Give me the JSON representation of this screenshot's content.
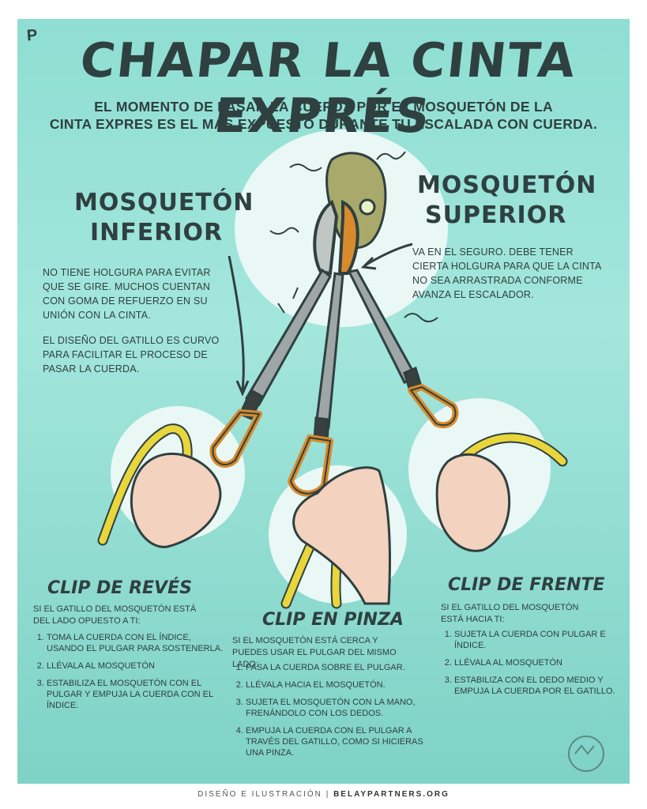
{
  "logo": "P",
  "title": "CHAPAR LA CINTA EXPRÉS",
  "subtitle_line1": "EL MOMENTO DE PASAR LA CUERDA POR EL MOSQUETÓN DE LA",
  "subtitle_line2": "CINTA EXPRES ES EL MÁS EXPUESTO DURANTE TU ESCALADA CON CUERDA.",
  "lower": {
    "heading1": "MOSQUETÓN",
    "heading2": "INFERIOR",
    "para1": "NO TIENE HOLGURA PARA EVITAR QUE SE GIRE. MUCHOS CUENTAN CON GOMA DE REFUERZO EN SU UNIÓN CON LA CINTA.",
    "para2": "EL DISEÑO DEL GATILLO ES CURVO PARA FACILITAR EL PROCESO DE PASAR LA CUERDA."
  },
  "upper": {
    "heading1": "MOSQUETÓN",
    "heading2": "SUPERIOR",
    "para1": "VA EN EL SEGURO. DEBE TENER CIERTA HOLGURA PARA QUE LA CINTA NO SEA ARRASTRADA CONFORME AVANZA EL ESCALADOR."
  },
  "reves": {
    "title": "CLIP DE REVÉS",
    "intro": "SI EL GATILLO DEL MOSQUETÓN ESTÁ DEL LADO OPUESTO A TI:",
    "steps": [
      "TOMA LA CUERDA CON EL ÍNDICE, USANDO EL PULGAR PARA SOSTENERLA.",
      "LLÉVALA AL MOSQUETÓN",
      "ESTABILIZA EL MOSQUETÓN CON EL PULGAR Y EMPUJA LA CUERDA CON EL ÍNDICE."
    ]
  },
  "pinza": {
    "title": "CLIP EN PINZA",
    "intro": "SI EL MOSQUETÓN ESTÁ CERCA Y PUEDES USAR EL PULGAR DEL MISMO LADO:",
    "steps": [
      "PASA LA CUERDA SOBRE EL PULGAR.",
      "LLÉVALA HACIA EL MOSQUETÓN.",
      "SUJETA EL MOSQUETÓN CON LA MANO, FRENÁNDOLO CON LOS DEDOS.",
      "EMPUJA LA CUERDA CON EL PULGAR A TRAVÉS DEL GATILLO, COMO SI HICIERAS UNA PINZA."
    ]
  },
  "frente": {
    "title": "CLIP DE FRENTE",
    "intro": "SI EL GATILLO DEL MOSQUETÓN ESTÁ HACIA TI:",
    "steps": [
      "SUJETA LA CUERDA CON PULGAR E ÍNDICE.",
      "LLÉVALA AL MOSQUETÓN",
      "ESTABILIZA CON EL DEDO MEDIO Y EMPUJA LA CUERDA POR EL GATILLO."
    ]
  },
  "footer": {
    "left": "DISEÑO E ILUSTRACIÓN",
    "sep": " | ",
    "right": "BELAYPARTNERS.ORG"
  },
  "colors": {
    "background": "#8fded3",
    "ink": "#2f4040",
    "carabiner_orange": "#d98a2b",
    "rope_yellow": "#e8d63c",
    "skin": "#f3d2bf",
    "hold": "#a8a96a"
  }
}
